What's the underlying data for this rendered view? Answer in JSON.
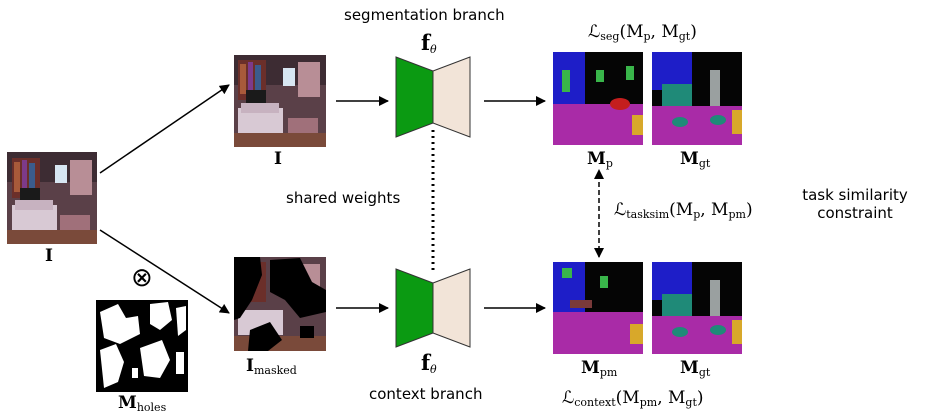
{
  "labels": {
    "seg_branch": "segmentation branch",
    "context_branch": "context branch",
    "shared_weights": "shared weights",
    "task_sim_line1": "task similarity",
    "task_sim_line2": "constraint",
    "f_theta_top": "f",
    "f_theta_bottom": "f",
    "theta": "θ",
    "input_I": "I",
    "top_I": "I",
    "I_masked": "I",
    "I_masked_sub": "masked",
    "M_holes": "M",
    "M_holes_sub": "holes",
    "M_p": "M",
    "M_p_sub": "p",
    "M_pm": "M",
    "M_pm_sub": "pm",
    "M_gt_top": "M",
    "M_gt_bottom": "M",
    "M_gt_sub": "gt",
    "otimes": "⊗"
  },
  "losses": {
    "seg_prefix": "ℒ",
    "seg_sub": "seg",
    "seg_args": "(M",
    "seg_arg1_sub": "p",
    "seg_comma": ", M",
    "seg_arg2_sub": "gt",
    "seg_close": ")",
    "tasksim_prefix": "ℒ",
    "tasksim_sub": "tasksim",
    "tasksim_args": "(M",
    "tasksim_arg1_sub": "p",
    "tasksim_comma": ", M",
    "tasksim_arg2_sub": "pm",
    "tasksim_close": ")",
    "context_prefix": "ℒ",
    "context_sub": "context",
    "context_args": "(M",
    "context_arg1_sub": "pm",
    "context_comma": ", M",
    "context_arg2_sub": "gt",
    "context_close": ")"
  },
  "colors": {
    "encoder_green": "#0b9a12",
    "decoder_beige": "#f2e4d8",
    "seg_purple": "#a92ba7",
    "seg_blue": "#1e1ec8",
    "seg_teal": "#1f8a78",
    "seg_green": "#39b54a",
    "seg_black": "#050505",
    "photo_dark": "#4a3a3e",
    "photo_pink": "#c9939e"
  }
}
